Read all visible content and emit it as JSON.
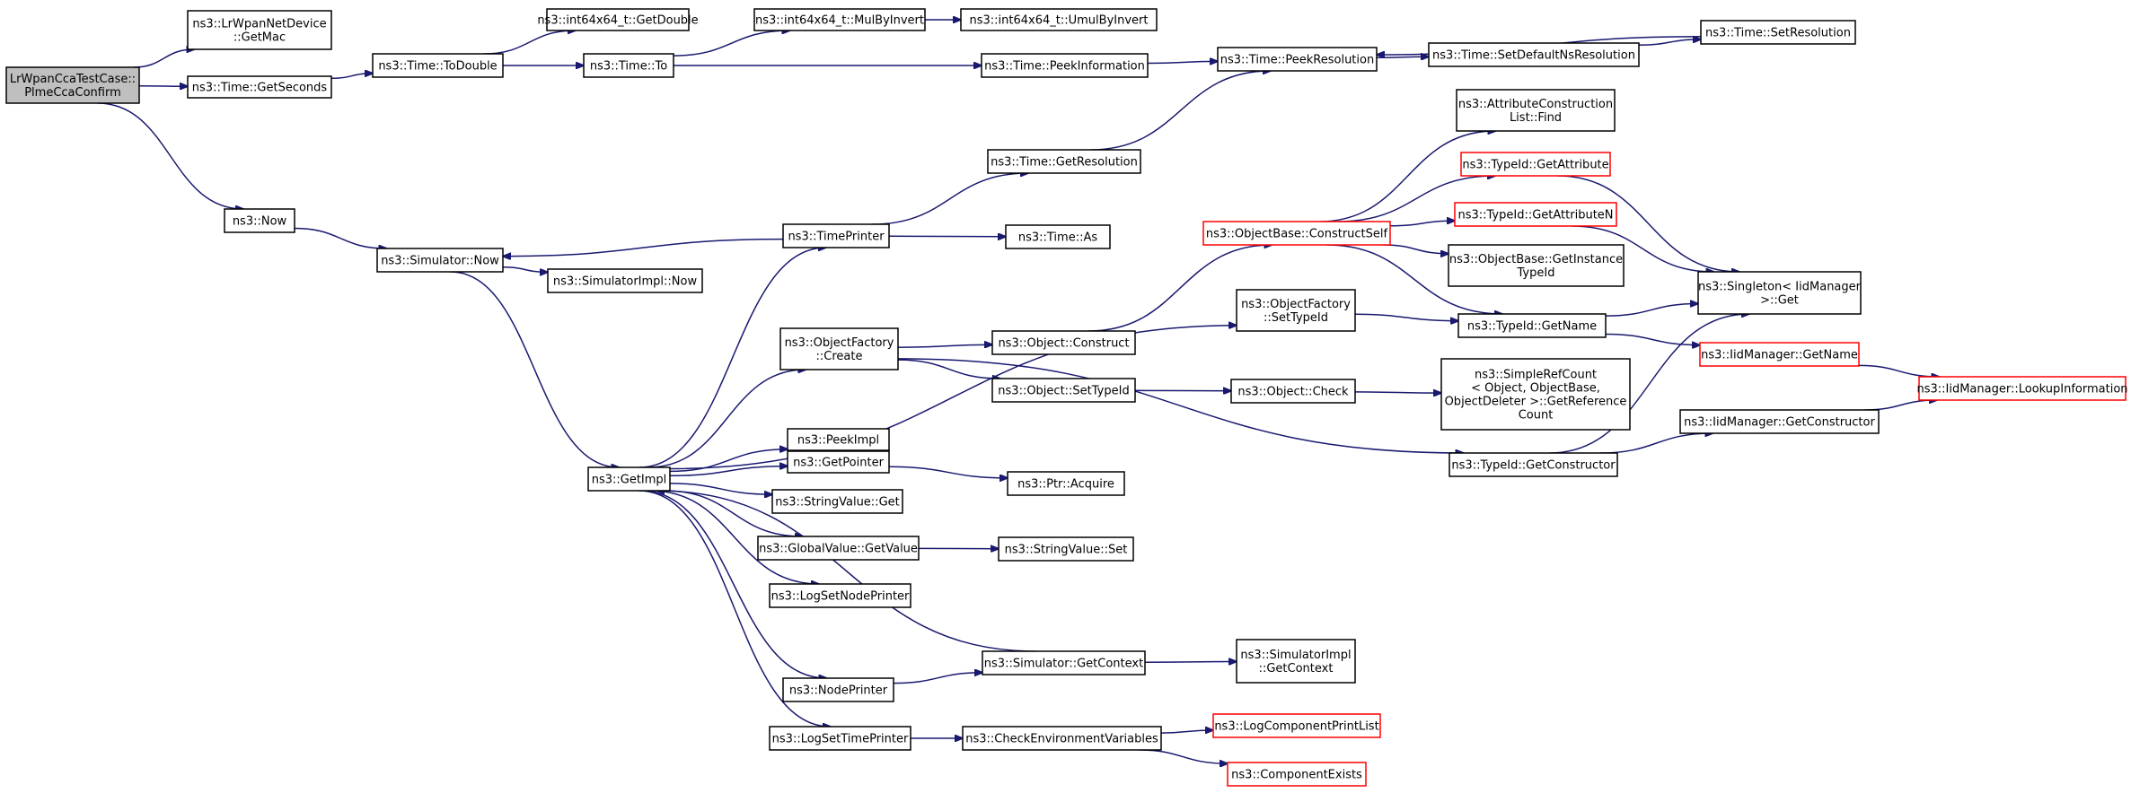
{
  "graph": {
    "colors": {
      "edge": "#191970",
      "node_border": "#000000",
      "node_fill": "#ffffff",
      "root_fill": "#bfbfbf",
      "truncated_border": "#ff0000",
      "text": "#000000",
      "background": "#ffffff"
    },
    "nodes": [
      {
        "id": "root",
        "lines": [
          "LrWpanCcaTestCase::",
          "PlmeCcaConfirm"
        ],
        "root": true
      },
      {
        "id": "getmac",
        "lines": [
          "ns3::LrWpanNetDevice",
          "::GetMac"
        ]
      },
      {
        "id": "getseconds",
        "lines": [
          "ns3::Time::GetSeconds"
        ]
      },
      {
        "id": "now",
        "lines": [
          "ns3::Now"
        ]
      },
      {
        "id": "todouble",
        "lines": [
          "ns3::Time::ToDouble"
        ]
      },
      {
        "id": "getdouble",
        "lines": [
          "ns3::int64x64_t::GetDouble"
        ]
      },
      {
        "id": "to",
        "lines": [
          "ns3::Time::To"
        ]
      },
      {
        "id": "mulbyinvert",
        "lines": [
          "ns3::int64x64_t::MulByInvert"
        ]
      },
      {
        "id": "umulbyinvert",
        "lines": [
          "ns3::int64x64_t::UmulByInvert"
        ]
      },
      {
        "id": "peekinformation",
        "lines": [
          "ns3::Time::PeekInformation"
        ]
      },
      {
        "id": "peekresolution",
        "lines": [
          "ns3::Time::PeekResolution"
        ]
      },
      {
        "id": "setdefaultns",
        "lines": [
          "ns3::Time::SetDefaultNsResolution"
        ]
      },
      {
        "id": "setresolution",
        "lines": [
          "ns3::Time::SetResolution"
        ]
      },
      {
        "id": "simnow",
        "lines": [
          "ns3::Simulator::Now"
        ]
      },
      {
        "id": "simimplnow",
        "lines": [
          "ns3::SimulatorImpl::Now"
        ]
      },
      {
        "id": "timeprinter",
        "lines": [
          "ns3::TimePrinter"
        ]
      },
      {
        "id": "getresolution",
        "lines": [
          "ns3::Time::GetResolution"
        ]
      },
      {
        "id": "timeas",
        "lines": [
          "ns3::Time::As"
        ]
      },
      {
        "id": "getimpl",
        "lines": [
          "ns3::GetImpl"
        ]
      },
      {
        "id": "ofcreate",
        "lines": [
          "ns3::ObjectFactory",
          "::Create"
        ]
      },
      {
        "id": "objconstruct",
        "lines": [
          "ns3::Object::Construct"
        ]
      },
      {
        "id": "objsettypeid",
        "lines": [
          "ns3::Object::SetTypeId"
        ]
      },
      {
        "id": "objcheck",
        "lines": [
          "ns3::Object::Check"
        ]
      },
      {
        "id": "peekimpl",
        "lines": [
          "ns3::PeekImpl"
        ]
      },
      {
        "id": "getpointer",
        "lines": [
          "ns3::GetPointer"
        ]
      },
      {
        "id": "ptracquire",
        "lines": [
          "ns3::Ptr::Acquire"
        ]
      },
      {
        "id": "strvalget",
        "lines": [
          "ns3::StringValue::Get"
        ]
      },
      {
        "id": "gvgetvalue",
        "lines": [
          "ns3::GlobalValue::GetValue"
        ]
      },
      {
        "id": "strvalset",
        "lines": [
          "ns3::StringValue::Set"
        ]
      },
      {
        "id": "logsetnodeprinter",
        "lines": [
          "ns3::LogSetNodePrinter"
        ]
      },
      {
        "id": "nodeprinter",
        "lines": [
          "ns3::NodePrinter"
        ]
      },
      {
        "id": "simgetcontext",
        "lines": [
          "ns3::Simulator::GetContext"
        ]
      },
      {
        "id": "simimplgetcontext",
        "lines": [
          "ns3::SimulatorImpl",
          "::GetContext"
        ]
      },
      {
        "id": "logsettimeprinter",
        "lines": [
          "ns3::LogSetTimePrinter"
        ]
      },
      {
        "id": "checkenv",
        "lines": [
          "ns3::CheckEnvironmentVariables"
        ]
      },
      {
        "id": "logcompprintlist",
        "lines": [
          "ns3::LogComponentPrintList"
        ],
        "truncated": true
      },
      {
        "id": "compexists",
        "lines": [
          "ns3::ComponentExists"
        ],
        "truncated": true
      },
      {
        "id": "obconstructself",
        "lines": [
          "ns3::ObjectBase::ConstructSelf"
        ],
        "truncated": true
      },
      {
        "id": "attrfind",
        "lines": [
          "ns3::AttributeConstruction",
          "List::Find"
        ]
      },
      {
        "id": "getattribute",
        "lines": [
          "ns3::TypeId::GetAttribute"
        ],
        "truncated": true
      },
      {
        "id": "getattributen",
        "lines": [
          "ns3::TypeId::GetAttributeN"
        ],
        "truncated": true
      },
      {
        "id": "getinstancetypeid",
        "lines": [
          "ns3::ObjectBase::GetInstance",
          "TypeId"
        ]
      },
      {
        "id": "ofsettypeid",
        "lines": [
          "ns3::ObjectFactory",
          "::SetTypeId"
        ]
      },
      {
        "id": "typeidgetname",
        "lines": [
          "ns3::TypeId::GetName"
        ]
      },
      {
        "id": "simplerefcount",
        "lines": [
          "ns3::SimpleRefCount",
          "< Object, ObjectBase,",
          "ObjectDeleter >::GetReference",
          "Count"
        ]
      },
      {
        "id": "typeidgetconstructor",
        "lines": [
          "ns3::TypeId::GetConstructor"
        ]
      },
      {
        "id": "singletonget",
        "lines": [
          "ns3::Singleton< IidManager",
          " >::Get"
        ]
      },
      {
        "id": "iidgetname",
        "lines": [
          "ns3::IidManager::GetName"
        ],
        "truncated": true
      },
      {
        "id": "iidgetconstructor",
        "lines": [
          "ns3::IidManager::GetConstructor"
        ]
      },
      {
        "id": "iidlookup",
        "lines": [
          "ns3::IidManager::LookupInformation"
        ],
        "truncated": true
      }
    ],
    "edges": [
      [
        "root",
        "getmac"
      ],
      [
        "root",
        "getseconds"
      ],
      [
        "root",
        "now"
      ],
      [
        "getseconds",
        "todouble"
      ],
      [
        "todouble",
        "getdouble"
      ],
      [
        "todouble",
        "to"
      ],
      [
        "to",
        "mulbyinvert"
      ],
      [
        "mulbyinvert",
        "umulbyinvert"
      ],
      [
        "to",
        "peekinformation"
      ],
      [
        "peekinformation",
        "peekresolution"
      ],
      [
        "peekresolution",
        "setdefaultns"
      ],
      [
        "setdefaultns",
        "setresolution"
      ],
      [
        "setresolution",
        "peekresolution"
      ],
      [
        "now",
        "simnow"
      ],
      [
        "simnow",
        "simimplnow"
      ],
      [
        "simnow",
        "getimpl"
      ],
      [
        "timeprinter",
        "simnow"
      ],
      [
        "timeprinter",
        "getresolution"
      ],
      [
        "timeprinter",
        "timeas"
      ],
      [
        "getresolution",
        "peekresolution"
      ],
      [
        "getimpl",
        "timeprinter"
      ],
      [
        "getimpl",
        "ofsettypeid"
      ],
      [
        "getimpl",
        "ofcreate"
      ],
      [
        "getimpl",
        "peekimpl"
      ],
      [
        "getimpl",
        "getpointer"
      ],
      [
        "getimpl",
        "strvalget"
      ],
      [
        "getimpl",
        "gvgetvalue"
      ],
      [
        "getimpl",
        "logsetnodeprinter"
      ],
      [
        "getimpl",
        "nodeprinter"
      ],
      [
        "getimpl",
        "logsettimeprinter"
      ],
      [
        "simgetcontext",
        "getimpl"
      ],
      [
        "ofcreate",
        "objconstruct"
      ],
      [
        "ofcreate",
        "objsettypeid"
      ],
      [
        "ofcreate",
        "typeidgetconstructor"
      ],
      [
        "objconstruct",
        "obconstructself"
      ],
      [
        "objsettypeid",
        "objcheck"
      ],
      [
        "objcheck",
        "simplerefcount"
      ],
      [
        "getpointer",
        "ptracquire"
      ],
      [
        "gvgetvalue",
        "strvalset"
      ],
      [
        "nodeprinter",
        "simgetcontext"
      ],
      [
        "simgetcontext",
        "simimplgetcontext"
      ],
      [
        "logsettimeprinter",
        "checkenv"
      ],
      [
        "checkenv",
        "logcompprintlist"
      ],
      [
        "checkenv",
        "compexists"
      ],
      [
        "obconstructself",
        "attrfind"
      ],
      [
        "obconstructself",
        "getattribute"
      ],
      [
        "obconstructself",
        "getattributen"
      ],
      [
        "obconstructself",
        "getinstancetypeid"
      ],
      [
        "obconstructself",
        "typeidgetname"
      ],
      [
        "ofsettypeid",
        "typeidgetname"
      ],
      [
        "getattribute",
        "singletonget"
      ],
      [
        "getattributen",
        "singletonget"
      ],
      [
        "typeidgetname",
        "singletonget"
      ],
      [
        "typeidgetname",
        "iidgetname"
      ],
      [
        "typeidgetconstructor",
        "singletonget"
      ],
      [
        "typeidgetconstructor",
        "iidgetconstructor"
      ],
      [
        "iidgetname",
        "iidlookup"
      ],
      [
        "iidgetconstructor",
        "iidlookup"
      ]
    ]
  }
}
